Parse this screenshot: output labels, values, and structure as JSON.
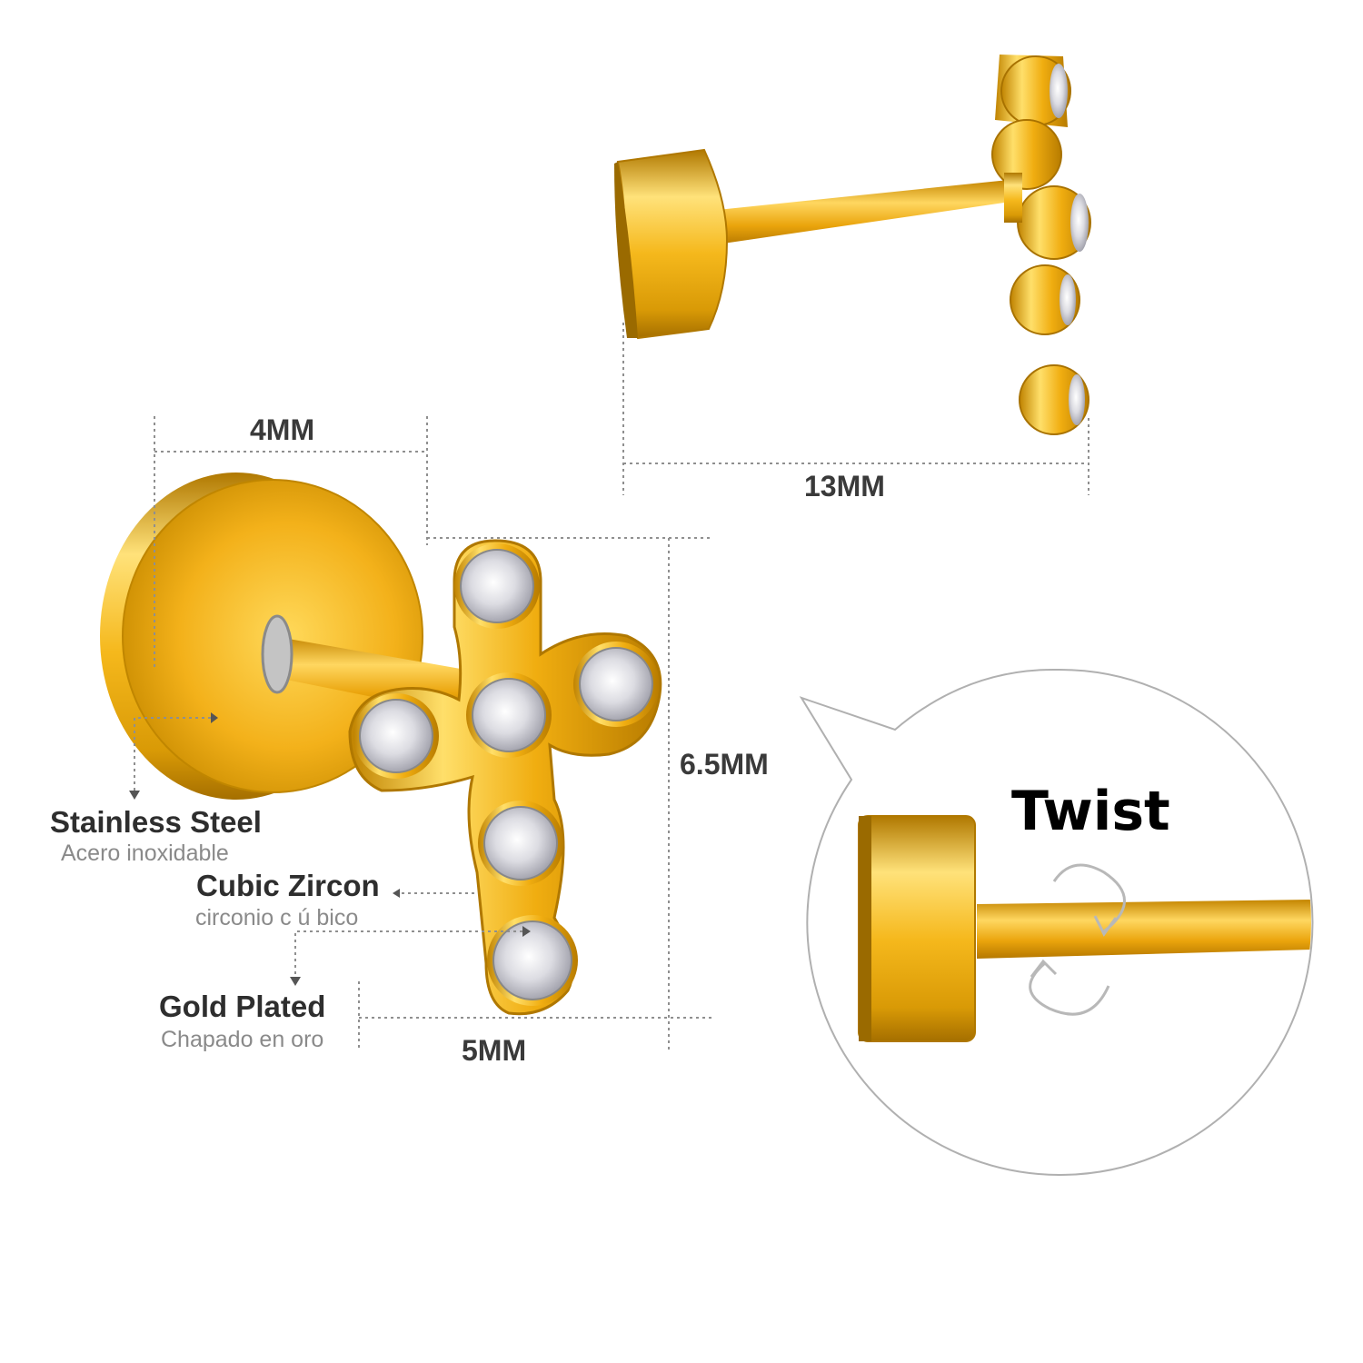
{
  "dimensions": {
    "top_length": "13MM",
    "disc_width": "4MM",
    "cross_height": "6.5MM",
    "cross_width": "5MM"
  },
  "materials": [
    {
      "title": "Stainless Steel",
      "subtitle": "Acero inoxidable"
    },
    {
      "title": "Cubic Zircon",
      "subtitle": "circonio c ú bico"
    },
    {
      "title": "Gold Plated",
      "subtitle": "Chapado en oro"
    }
  ],
  "callout": {
    "label": "Twist"
  },
  "colors": {
    "gold_light": "#ffe27a",
    "gold_mid": "#f2b21a",
    "gold_dark": "#c98a00",
    "gem": "#e6e6ea",
    "guide_line": "#8f8f8f"
  },
  "icons": [
    "twist-arrows-icon",
    "cross-earring",
    "flat-back-disc"
  ]
}
